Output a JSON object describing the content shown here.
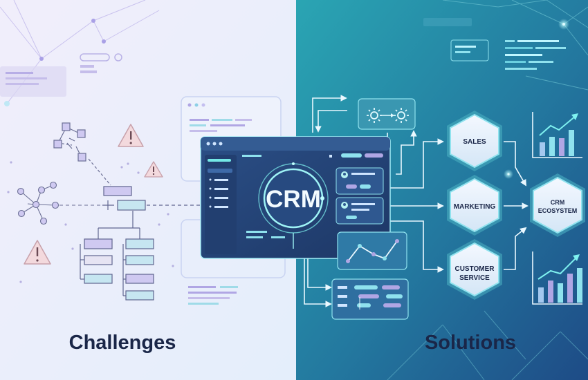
{
  "left_panel": {
    "title": "Challenges"
  },
  "right_panel": {
    "title": "Solutions"
  },
  "center": {
    "crm_label": "CRM"
  },
  "hexagons": [
    {
      "lines": [
        "SALES"
      ]
    },
    {
      "lines": [
        "MARKETING"
      ]
    },
    {
      "lines": [
        "CUSTOMER",
        "SERVICE"
      ]
    },
    {
      "lines": [
        "CRM",
        "ECOSYSTEM"
      ]
    }
  ],
  "colors": {
    "left_bg_start": "#f1eefb",
    "left_bg_end": "#e6f1fb",
    "right_bg_start": "#2aa3b2",
    "right_bg_end": "#1f4e88",
    "title_text": "#1a2648",
    "accent_teal": "#7ff2f0",
    "warning": "#f3d9dd"
  },
  "icons": [
    "warning-icon",
    "gear-icon",
    "arrow-right-icon",
    "user-icon",
    "bar-chart-icon",
    "line-chart-icon"
  ]
}
